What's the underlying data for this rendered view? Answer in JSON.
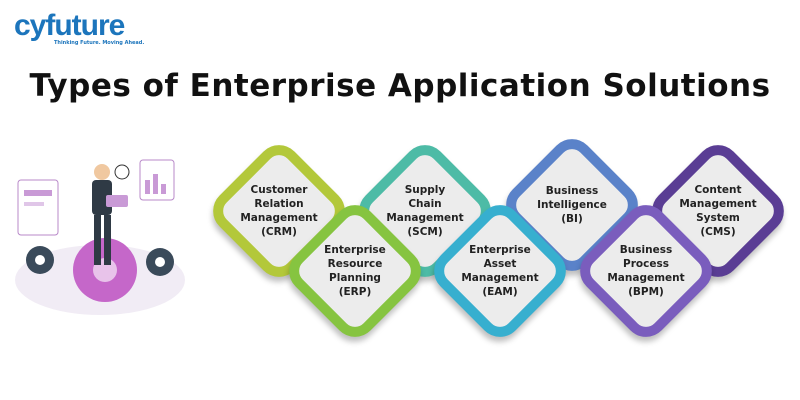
{
  "logo": {
    "name": "cyfuture",
    "tagline": "Thinking Future. Moving Ahead."
  },
  "title": "Types of Enterprise Application Solutions",
  "solutions": [
    {
      "label": "Customer\nRelation\nManagement\n(CRM)",
      "color": "#b3c83a"
    },
    {
      "label": "Enterprise\nResource\nPlanning\n(ERP)",
      "color": "#86c440"
    },
    {
      "label": "Supply\nChain\nManagement\n(SCM)",
      "color": "#4dbba6"
    },
    {
      "label": "Enterprise\nAsset\nManagement\n(EAM)",
      "color": "#37afcf"
    },
    {
      "label": "Business\nIntelligence\n(BI)",
      "color": "#5a82c9"
    },
    {
      "label": "Business\nProcess\nManagement\n(BPM)",
      "color": "#7a5dbd"
    },
    {
      "label": "Content\nManagement\nSystem\n(CMS)",
      "color": "#5a3d94"
    }
  ]
}
